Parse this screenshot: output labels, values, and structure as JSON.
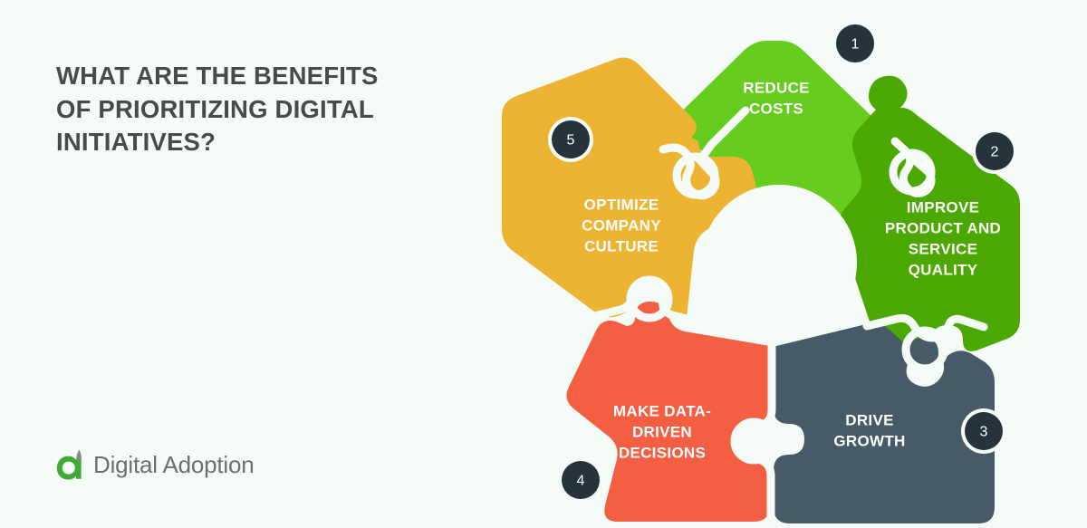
{
  "background_color": "#f5fcf7",
  "heading": {
    "text": "WHAT ARE THE BENEFITS\nOF PRIORITIZING DIGITAL\nINITIATIVES?",
    "color": "#4a4a4a"
  },
  "logo": {
    "mark_name": "digital-adoption-leaf-a-mark",
    "mark_color": "#3faa35",
    "mark_accent_color": "#8a8a8a",
    "name": "Digital Adoption",
    "name_color": "#6d6e71"
  },
  "diagram": {
    "type": "puzzle-pentagon",
    "center_hole": true,
    "center_hole_color": "#f5fcf7",
    "badge_color": "#26333a",
    "badge_text_color": "#ffffff",
    "pieces": [
      {
        "number": "1",
        "label": "REDUCE\nCOSTS",
        "lines": [
          "REDUCE",
          "COSTS"
        ],
        "color": "#66cc1e",
        "position": "top"
      },
      {
        "number": "2",
        "label": "IMPROVE\nPRODUCT AND\nSERVICE\nQUALITY",
        "lines": [
          "IMPROVE",
          "PRODUCT AND",
          "SERVICE",
          "QUALITY"
        ],
        "color": "#4ba800",
        "position": "right"
      },
      {
        "number": "3",
        "label": "DRIVE\nGROWTH",
        "lines": [
          "DRIVE",
          "GROWTH"
        ],
        "color": "#465b67",
        "position": "bottom-right"
      },
      {
        "number": "4",
        "label": "MAKE DATA-\nDRIVEN\nDECISIONS",
        "lines": [
          "MAKE DATA-",
          "DRIVEN",
          "DECISIONS"
        ],
        "color": "#f45f43",
        "position": "bottom-left"
      },
      {
        "number": "5",
        "label": "OPTIMIZE\nCOMPANY\nCULTURE",
        "lines": [
          "OPTIMIZE",
          "COMPANY",
          "CULTURE"
        ],
        "color": "#edb434",
        "position": "left"
      }
    ]
  }
}
